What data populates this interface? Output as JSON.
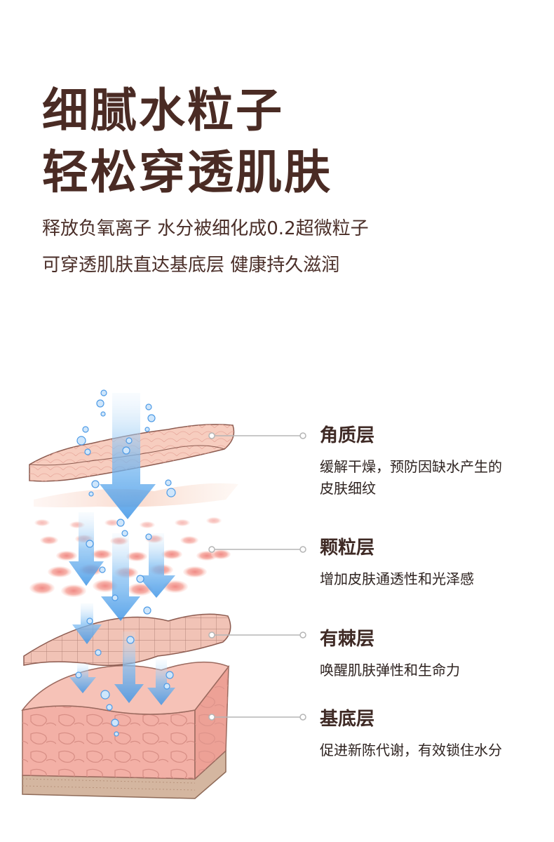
{
  "headline": {
    "line1": "细腻水粒子",
    "line2": "轻松穿透肌肤"
  },
  "subtext": {
    "line1": "释放负氧离子 水分被细化成0.2超微粒子",
    "line2": "可穿透肌肤直达基底层 健康持久滋润"
  },
  "layers": [
    {
      "title": "角质层",
      "desc": "缓解干燥，预防因缺水产生的皮肤细纹"
    },
    {
      "title": "颗粒层",
      "desc": "增加皮肤通透性和光泽感"
    },
    {
      "title": "有棘层",
      "desc": "唤醒肌肤弹性和生命力"
    },
    {
      "title": "基底层",
      "desc": "促进新陈代谢，有效锁住水分"
    }
  ],
  "colors": {
    "headline": "#4a2b24",
    "skin_pink": "#f3b8ad",
    "arrow_blue": "#5aa8ec",
    "leader_line": "#b5b5b5"
  }
}
